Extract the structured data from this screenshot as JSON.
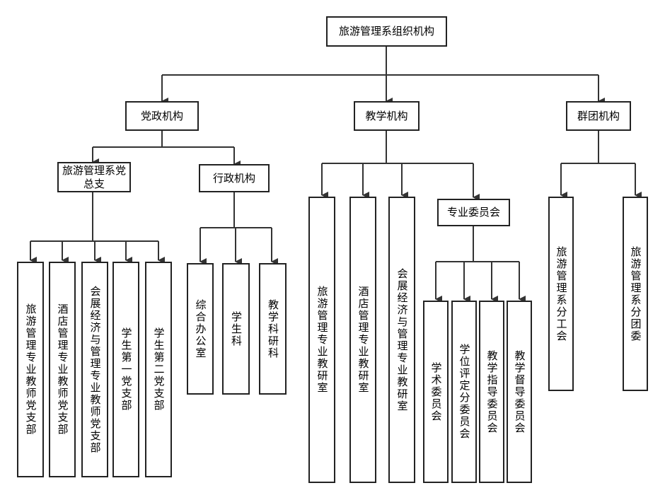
{
  "root": {
    "label": "旅游管理系组织机构"
  },
  "level1": [
    {
      "key": "party",
      "label": "党政机构"
    },
    {
      "key": "teaching",
      "label": "教学机构"
    },
    {
      "key": "mass",
      "label": "群团机构"
    }
  ],
  "party": {
    "branch": {
      "label": "旅游管理系党总支"
    },
    "admin": {
      "label": "行政机构"
    },
    "branch_children": [
      "旅游管理专业教师党支部",
      "酒店管理专业教师党支部",
      "会展经济与管理专业教师党支部",
      "学生第一党支部",
      "学生第二党支部"
    ],
    "admin_children": [
      "综合办公室",
      "学生科",
      "教学科研科"
    ]
  },
  "teaching": {
    "children": [
      "旅游管理专业教研室",
      "酒店管理专业教研室",
      "会展经济与管理专业教研室"
    ],
    "committee": {
      "label": "专业委员会"
    },
    "committee_children": [
      "学术委员会",
      "学位评定分委员会",
      "教学指导委员会",
      "教学督导委员会"
    ]
  },
  "mass": {
    "children": [
      "旅游管理系分工会",
      "旅游管理系分团委"
    ]
  }
}
